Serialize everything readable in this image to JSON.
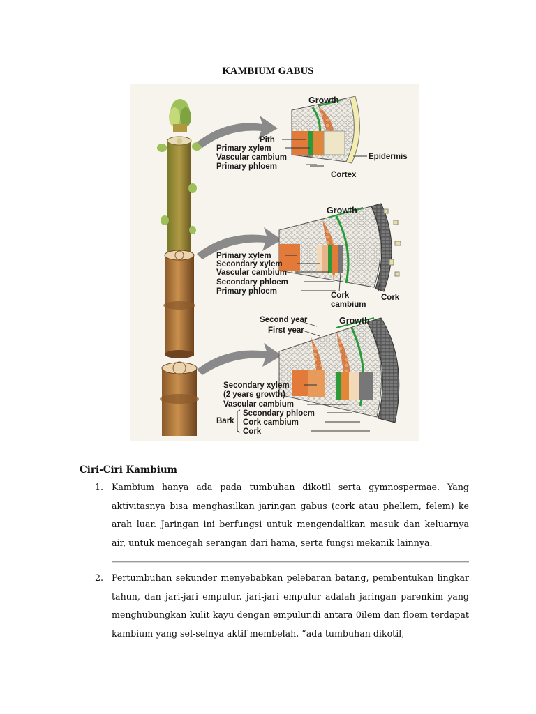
{
  "document": {
    "title": "KAMBIUM GABUS",
    "figure": {
      "labels": {
        "growth": "Growth",
        "pith": "Pith",
        "primary_xylem": "Primary xylem",
        "vascular_cambium": "Vascular cambium",
        "primary_phloem": "Primary phloem",
        "epidermis": "Epidermis",
        "cortex": "Cortex",
        "secondary_xylem": "Secondary xylem",
        "secondary_phloem": "Secondary phloem",
        "cork_cambium_line1": "Cork",
        "cork_cambium_line2": "cambium",
        "cork": "Cork",
        "second_year": "Second year",
        "first_year": "First year",
        "secondary_xylem_2": "Secondary xylem",
        "two_years_growth": "(2 years growth)",
        "bark": "Bark",
        "cork_cambium": "Cork cambium"
      }
    },
    "section_heading": "Ciri-Ciri Kambium",
    "items": [
      {
        "number": "1.",
        "text": "Kambium hanya ada pada tumbuhan dikotil serta gymnospermae. Yang aktivitasnya bisa menghasilkan jaringan gabus (cork atau phellem, felem) ke arah luar. Jaringan ini berfungsi untuk mengendalikan masuk dan keluarnya air, untuk mencegah serangan dari hama, serta fungsi mekanik lainnya."
      },
      {
        "number": "2.",
        "text": "Pertumbuhan sekunder menyebabkan pelebaran batang, pembentukan lingkar tahun, dan jari-jari empulur. jari-jari empulur adalah jaringan parenkim yang menghubungkan kulit kayu dengan empulur.di antara 0ilem dan floem terdapat kambium yang sel-selnya aktif membelah. “ada tumbuhan dikotil,"
      }
    ]
  }
}
